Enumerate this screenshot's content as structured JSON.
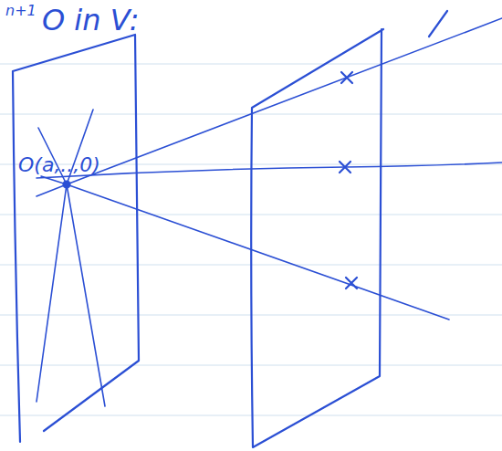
{
  "diagram": {
    "labels": [
      "n+1",
      "O in V:",
      "O(a,..,0)"
    ]
  }
}
